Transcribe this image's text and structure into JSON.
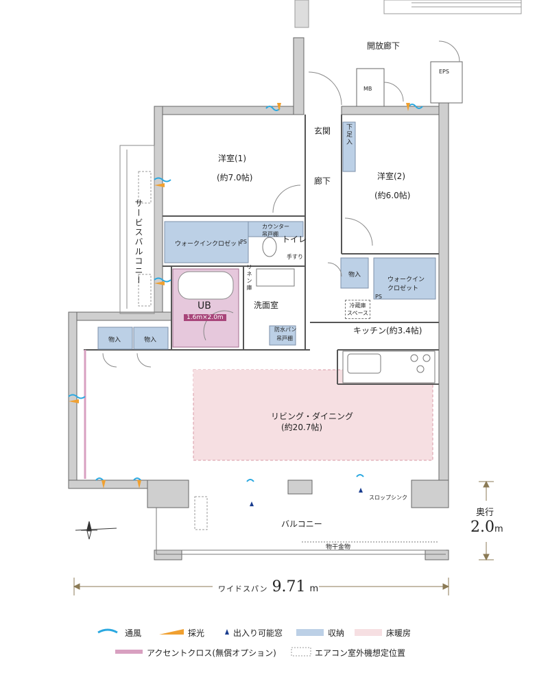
{
  "labels": {
    "open_corridor": "開放廊下",
    "eps": "EPS",
    "mb": "MB",
    "entrance": "玄関",
    "shoe_storage": "下足入",
    "hallway": "廊下",
    "western1_name": "洋室(1)",
    "western1_size": "(約7.0帖)",
    "western2_name": "洋室(2)",
    "western2_size": "(約6.0帖)",
    "service_balcony": "サービスバルコニー",
    "walkin_closet1": "ウォークインクロゼット",
    "ps1": "PS",
    "counter": "カウンター",
    "hanging_shelf1": "吊戸棚",
    "toilet": "トイレ",
    "handrail": "手すり",
    "storage1": "物入",
    "walkin_closet2": "ウォークイン\nクロゼット",
    "ps2": "PS",
    "linen": "リネン庫",
    "ub": "UB",
    "ub_size": "1.6m×2.0m",
    "washroom": "洗面室",
    "fridge": "冷蔵庫\nスペース",
    "kitchen": "キッチン(約3.4帖)",
    "waterpan": "防水パン",
    "hanging_shelf2": "吊戸棚",
    "storage2": "物入",
    "storage3": "物入",
    "living_name": "リビング・ダイニング",
    "living_size": "(約20.7帖)",
    "slop_sink": "スロップシンク",
    "balcony": "バルコニー",
    "laundry_rack": "物干金物"
  },
  "dimensions": {
    "depth_label": "奥行",
    "depth_value": "2.0",
    "depth_unit": "m",
    "width_label": "ワイドスパン",
    "width_value": "9.71",
    "width_unit": "m"
  },
  "legend": {
    "ventilation": "通風",
    "daylight": "採光",
    "exit_window": "出入り可能窓",
    "storage": "収納",
    "floor_heating": "床暖房",
    "accent_cloth": "アクセントクロス(無償オプション)",
    "ac_outdoor": "エアコン室外機想定位置"
  },
  "colors": {
    "storage": "#bcd0e6",
    "floor_heating": "#f6dfe2",
    "accent_cloth": "#d8a0c0",
    "ventilation": "#2aa8e0",
    "daylight": "#f0a030",
    "wall": "#9a9a9a",
    "dimension": "#8b7a55",
    "ub": "#e6c8dc"
  }
}
